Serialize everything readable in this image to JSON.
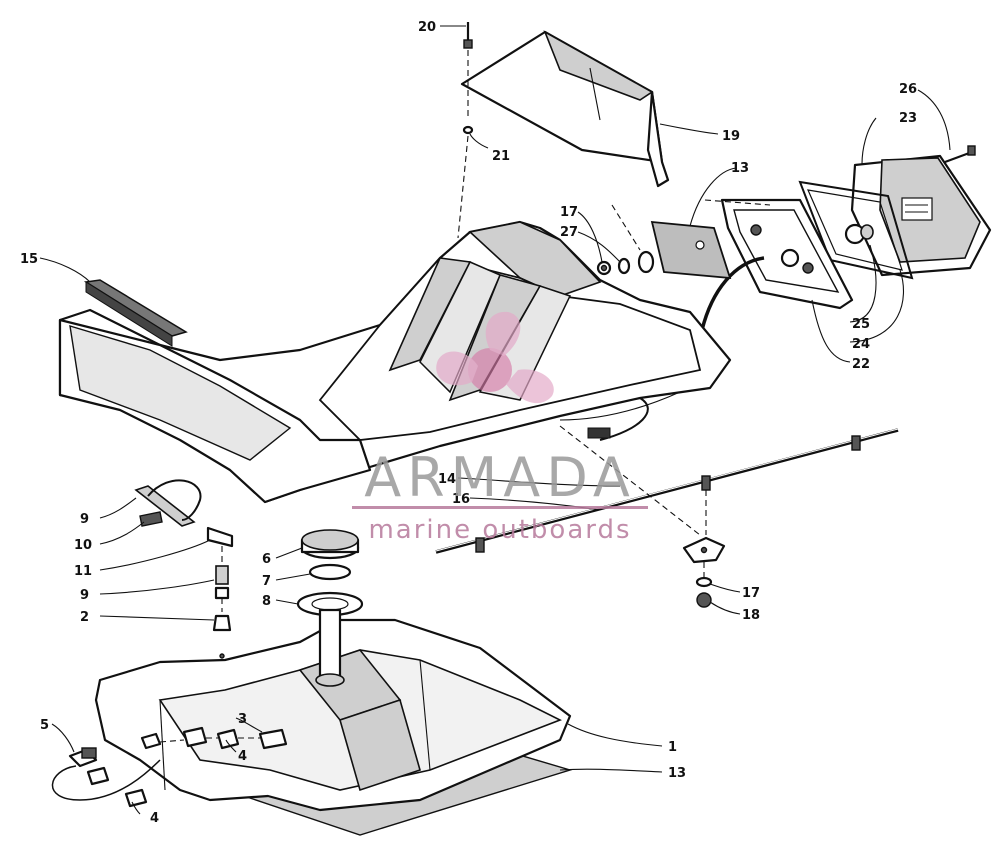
{
  "diagram": {
    "callouts": [
      {
        "id": "c20",
        "label": "20"
      },
      {
        "id": "c21",
        "label": "21"
      },
      {
        "id": "c19",
        "label": "19"
      },
      {
        "id": "c26",
        "label": "26"
      },
      {
        "id": "c23",
        "label": "23"
      },
      {
        "id": "c13a",
        "label": "13"
      },
      {
        "id": "c17a",
        "label": "17"
      },
      {
        "id": "c27",
        "label": "27"
      },
      {
        "id": "c15",
        "label": "15"
      },
      {
        "id": "c25",
        "label": "25"
      },
      {
        "id": "c24",
        "label": "24"
      },
      {
        "id": "c22",
        "label": "22"
      },
      {
        "id": "c14",
        "label": "14"
      },
      {
        "id": "c16",
        "label": "16"
      },
      {
        "id": "c9a",
        "label": "9"
      },
      {
        "id": "c10",
        "label": "10"
      },
      {
        "id": "c11",
        "label": "11"
      },
      {
        "id": "c9b",
        "label": "9"
      },
      {
        "id": "c2",
        "label": "2"
      },
      {
        "id": "c6",
        "label": "6"
      },
      {
        "id": "c7",
        "label": "7"
      },
      {
        "id": "c8",
        "label": "8"
      },
      {
        "id": "c17b",
        "label": "17"
      },
      {
        "id": "c18",
        "label": "18"
      },
      {
        "id": "c5",
        "label": "5"
      },
      {
        "id": "c3",
        "label": "3"
      },
      {
        "id": "c4a",
        "label": "4"
      },
      {
        "id": "c4b",
        "label": "4"
      },
      {
        "id": "c1",
        "label": "1"
      },
      {
        "id": "c13b",
        "label": "13"
      }
    ]
  },
  "watermark": {
    "brand": "ARMADA",
    "tagline": "marine outboards",
    "logo_color": "#e4a9c8",
    "logo_core_color": "#d57aa7"
  }
}
